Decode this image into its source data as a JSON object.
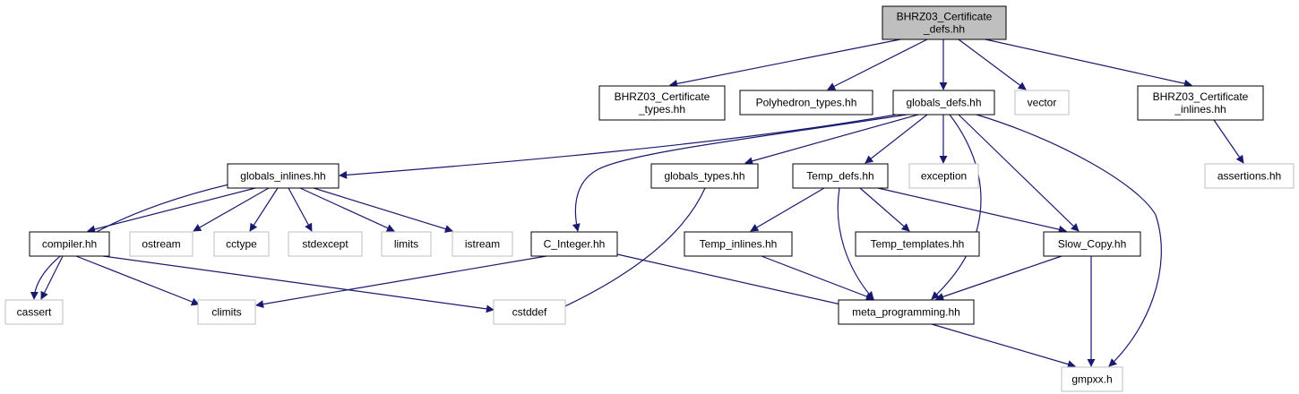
{
  "colors": {
    "edge": "#191970",
    "root_fill": "#bfbfbf",
    "node_border": "#000000",
    "system_border": "#bfbfbf"
  },
  "nodes": {
    "root": [
      "BHRZ03_Certificate",
      "_defs.hh"
    ],
    "certificate_types": [
      "BHRZ03_Certificate",
      "_types.hh"
    ],
    "polyhedron_types": [
      "Polyhedron_types.hh"
    ],
    "globals_defs": [
      "globals_defs.hh"
    ],
    "vector": [
      "vector"
    ],
    "certificate_inlines": [
      "BHRZ03_Certificate",
      "_inlines.hh"
    ],
    "globals_inlines": [
      "globals_inlines.hh"
    ],
    "globals_types": [
      "globals_types.hh"
    ],
    "temp_defs": [
      "Temp_defs.hh"
    ],
    "exception": [
      "exception"
    ],
    "assertions": [
      "assertions.hh"
    ],
    "compiler": [
      "compiler.hh"
    ],
    "ostream": [
      "ostream"
    ],
    "cctype": [
      "cctype"
    ],
    "stdexcept": [
      "stdexcept"
    ],
    "limits": [
      "limits"
    ],
    "istream": [
      "istream"
    ],
    "c_integer": [
      "C_Integer.hh"
    ],
    "temp_inlines": [
      "Temp_inlines.hh"
    ],
    "temp_templates": [
      "Temp_templates.hh"
    ],
    "slow_copy": [
      "Slow_Copy.hh"
    ],
    "cassert": [
      "cassert"
    ],
    "climits": [
      "climits"
    ],
    "cstddef": [
      "cstddef"
    ],
    "meta_programming": [
      "meta_programming.hh"
    ],
    "gmpxx": [
      "gmpxx.h"
    ]
  }
}
